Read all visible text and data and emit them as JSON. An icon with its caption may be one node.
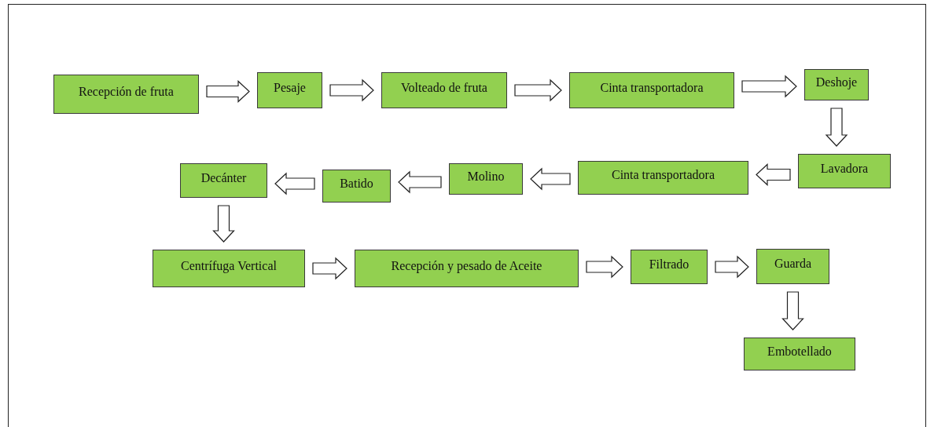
{
  "diagram": {
    "nodes": [
      {
        "text": [
          "Recepción de fruta"
        ]
      },
      {
        "text": [
          "Pesaje"
        ]
      },
      {
        "text": [
          "Volteado de fruta"
        ]
      },
      {
        "text": [
          "Cinta transportadora"
        ]
      },
      {
        "text": [
          "Deshoje"
        ]
      },
      {
        "text": [
          "Lavadora"
        ]
      },
      {
        "text": [
          "Cinta transportadora"
        ]
      },
      {
        "text": [
          "Molino"
        ]
      },
      {
        "text": [
          "Batido"
        ]
      },
      {
        "text": [
          "Decánter"
        ]
      },
      {
        "text": [
          "Centrífuga Vertical"
        ]
      },
      {
        "text": [
          "Recepción y pesado de Aceite"
        ]
      },
      {
        "text": [
          "Filtrado"
        ]
      },
      {
        "text": [
          "Guarda"
        ]
      },
      {
        "text": [
          "Embotellado"
        ]
      }
    ],
    "edges": [
      {
        "from": 0,
        "to": 1,
        "arrow": "to"
      },
      {
        "from": 1,
        "to": 2,
        "arrow": "to"
      },
      {
        "from": 2,
        "to": 3,
        "arrow": "to"
      },
      {
        "from": 3,
        "to": 4,
        "arrow": "to"
      },
      {
        "from": 4,
        "to": 5,
        "arrow": "to"
      },
      {
        "from": 5,
        "to": 6,
        "arrow": "to"
      },
      {
        "from": 6,
        "to": 7,
        "arrow": "to"
      },
      {
        "from": 7,
        "to": 8,
        "arrow": "to"
      },
      {
        "from": 8,
        "to": 9,
        "arrow": "to"
      },
      {
        "from": 9,
        "to": 10,
        "arrow": "to"
      },
      {
        "from": 10,
        "to": 11,
        "arrow": "to"
      },
      {
        "from": 11,
        "to": 12,
        "arrow": "to"
      },
      {
        "from": 12,
        "to": 13,
        "arrow": "to"
      },
      {
        "from": 13,
        "to": 14,
        "arrow": "to"
      }
    ]
  }
}
